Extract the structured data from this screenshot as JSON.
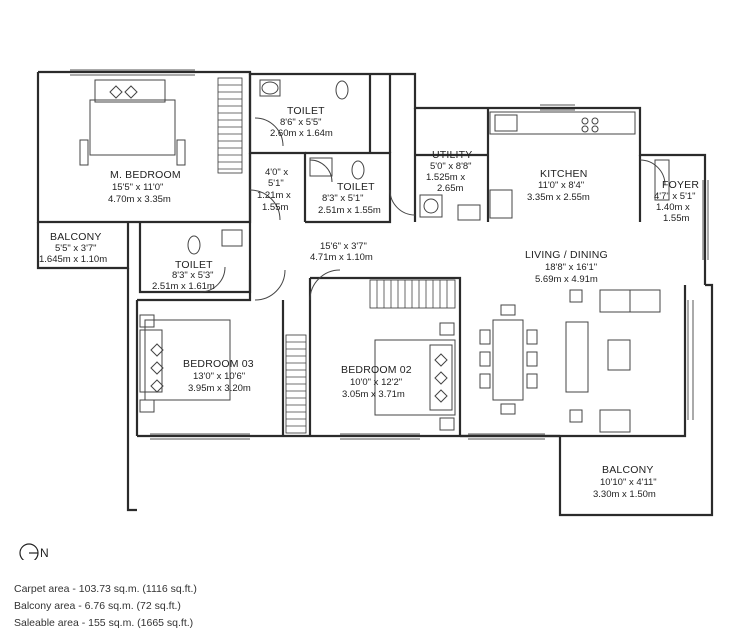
{
  "rooms": {
    "master_bedroom": {
      "name": "M. BEDROOM",
      "dim_imperial": "15'5\" x 11'0\"",
      "dim_metric": "4.70m x 3.35m"
    },
    "toilet_1": {
      "name": "TOILET",
      "dim_imperial": "8'6\" x 5'5\"",
      "dim_metric": "2.60m x 1.64m"
    },
    "passage_small": {
      "dim_imperial_a": "4'0\" x",
      "dim_imperial_b": "5'1\"",
      "dim_metric_a": "1.21m x",
      "dim_metric_b": "1.55m"
    },
    "toilet_2": {
      "name": "TOILET",
      "dim_imperial": "8'3\" x 5'1\"",
      "dim_metric": "2.51m x 1.55m"
    },
    "utility": {
      "name": "UTILITY",
      "dim_imperial": "5'0\" x 8'8\"",
      "dim_metric_a": "1.525m x",
      "dim_metric_b": "2.65m"
    },
    "kitchen": {
      "name": "KITCHEN",
      "dim_imperial": "11'0\" x 8'4\"",
      "dim_metric": "3.35m x 2.55m"
    },
    "foyer": {
      "name": "FOYER",
      "dim_imperial": "4'7\" x 5'1\"",
      "dim_metric_a": "1.40m x",
      "dim_metric_b": "1.55m"
    },
    "balcony_1": {
      "name": "BALCONY",
      "dim_imperial": "5'5\" x 3'7\"",
      "dim_metric": "1.645m x 1.10m"
    },
    "toilet_3": {
      "name": "TOILET",
      "dim_imperial": "8'3\" x 5'3\"",
      "dim_metric": "2.51m x 1.61m"
    },
    "corridor": {
      "dim_imperial": "15'6\" x 3'7\"",
      "dim_metric": "4.71m x 1.10m"
    },
    "living_dining": {
      "name": "LIVING / DINING",
      "dim_imperial": "18'8\" x 16'1\"",
      "dim_metric": "5.69m x 4.91m"
    },
    "bedroom_03": {
      "name": "BEDROOM 03",
      "dim_imperial": "13'0\" x 10'6\"",
      "dim_metric": "3.95m x 3.20m"
    },
    "bedroom_02": {
      "name": "BEDROOM 02",
      "dim_imperial": "10'0\" x 12'2\"",
      "dim_metric": "3.05m x 3.71m"
    },
    "balcony_2": {
      "name": "BALCONY",
      "dim_imperial": "10'10\" x 4'11\"",
      "dim_metric": "3.30m x 1.50m"
    }
  },
  "compass": {
    "label": "N"
  },
  "areas": {
    "carpet": "Carpet area - 103.73 sq.m. (1116 sq.ft.)",
    "balcony": "Balcony area - 6.76 sq.m. (72 sq.ft.)",
    "saleable": "Saleable area - 155 sq.m. (1665 sq.ft.)"
  },
  "colors": {
    "wall": "#2b2b2b",
    "line": "#444444",
    "text": "#222222",
    "background": "#ffffff"
  }
}
